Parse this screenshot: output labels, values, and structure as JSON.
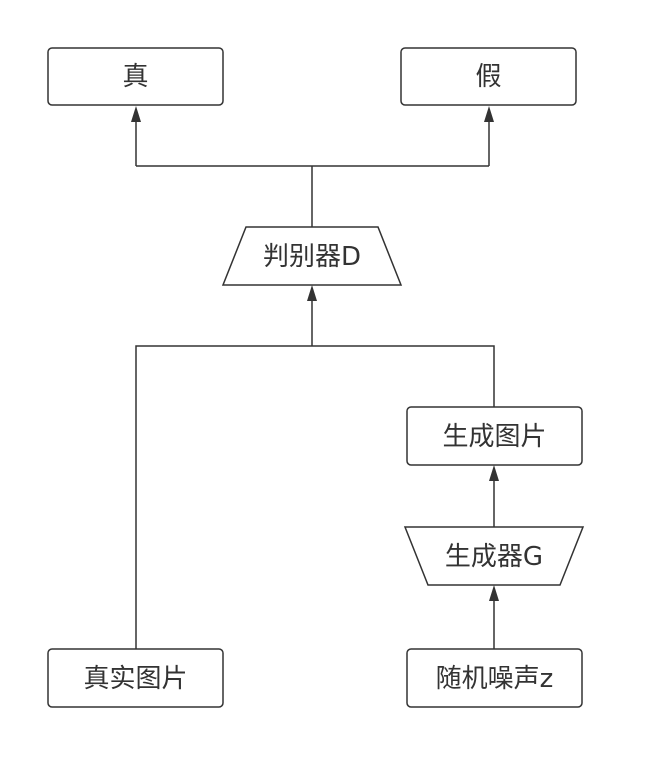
{
  "nodes": {
    "real": "真",
    "fake": "假",
    "discriminator": "判别器D",
    "generated_image": "生成图片",
    "generator": "生成器G",
    "real_image": "真实图片",
    "noise": "随机噪声z"
  },
  "colors": {
    "stroke": "#333333",
    "fill": "#ffffff",
    "text": "#333333"
  }
}
